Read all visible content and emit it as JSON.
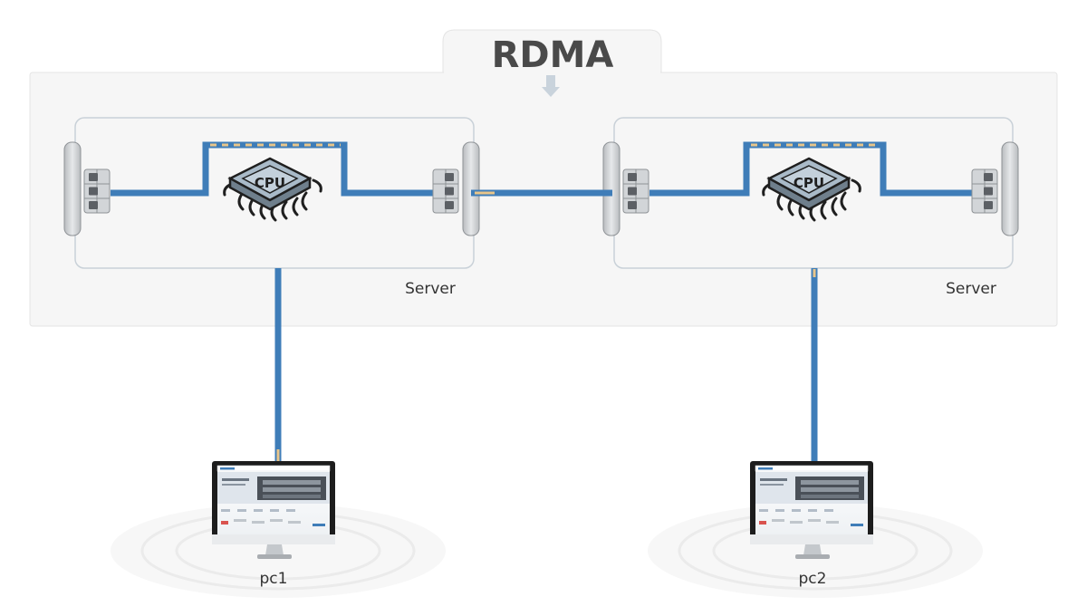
{
  "title": "RDMA",
  "servers": [
    {
      "label": "Server",
      "cpu_label": "CPU"
    },
    {
      "label": "Server",
      "cpu_label": "CPU"
    }
  ],
  "pcs": [
    {
      "label": "pc1"
    },
    {
      "label": "pc2"
    }
  ],
  "colors": {
    "link": "#3f7db8",
    "dash": "#e8c58a",
    "panel_bg": "#f6f6f6",
    "panel_border": "#e2e2e2",
    "server_border": "#cfd7de",
    "arrow": "#c9d3dc",
    "nic": "#cfd2d4",
    "chip": "#a7b9c7",
    "title": "#4a4a4a",
    "label": "#333333"
  }
}
